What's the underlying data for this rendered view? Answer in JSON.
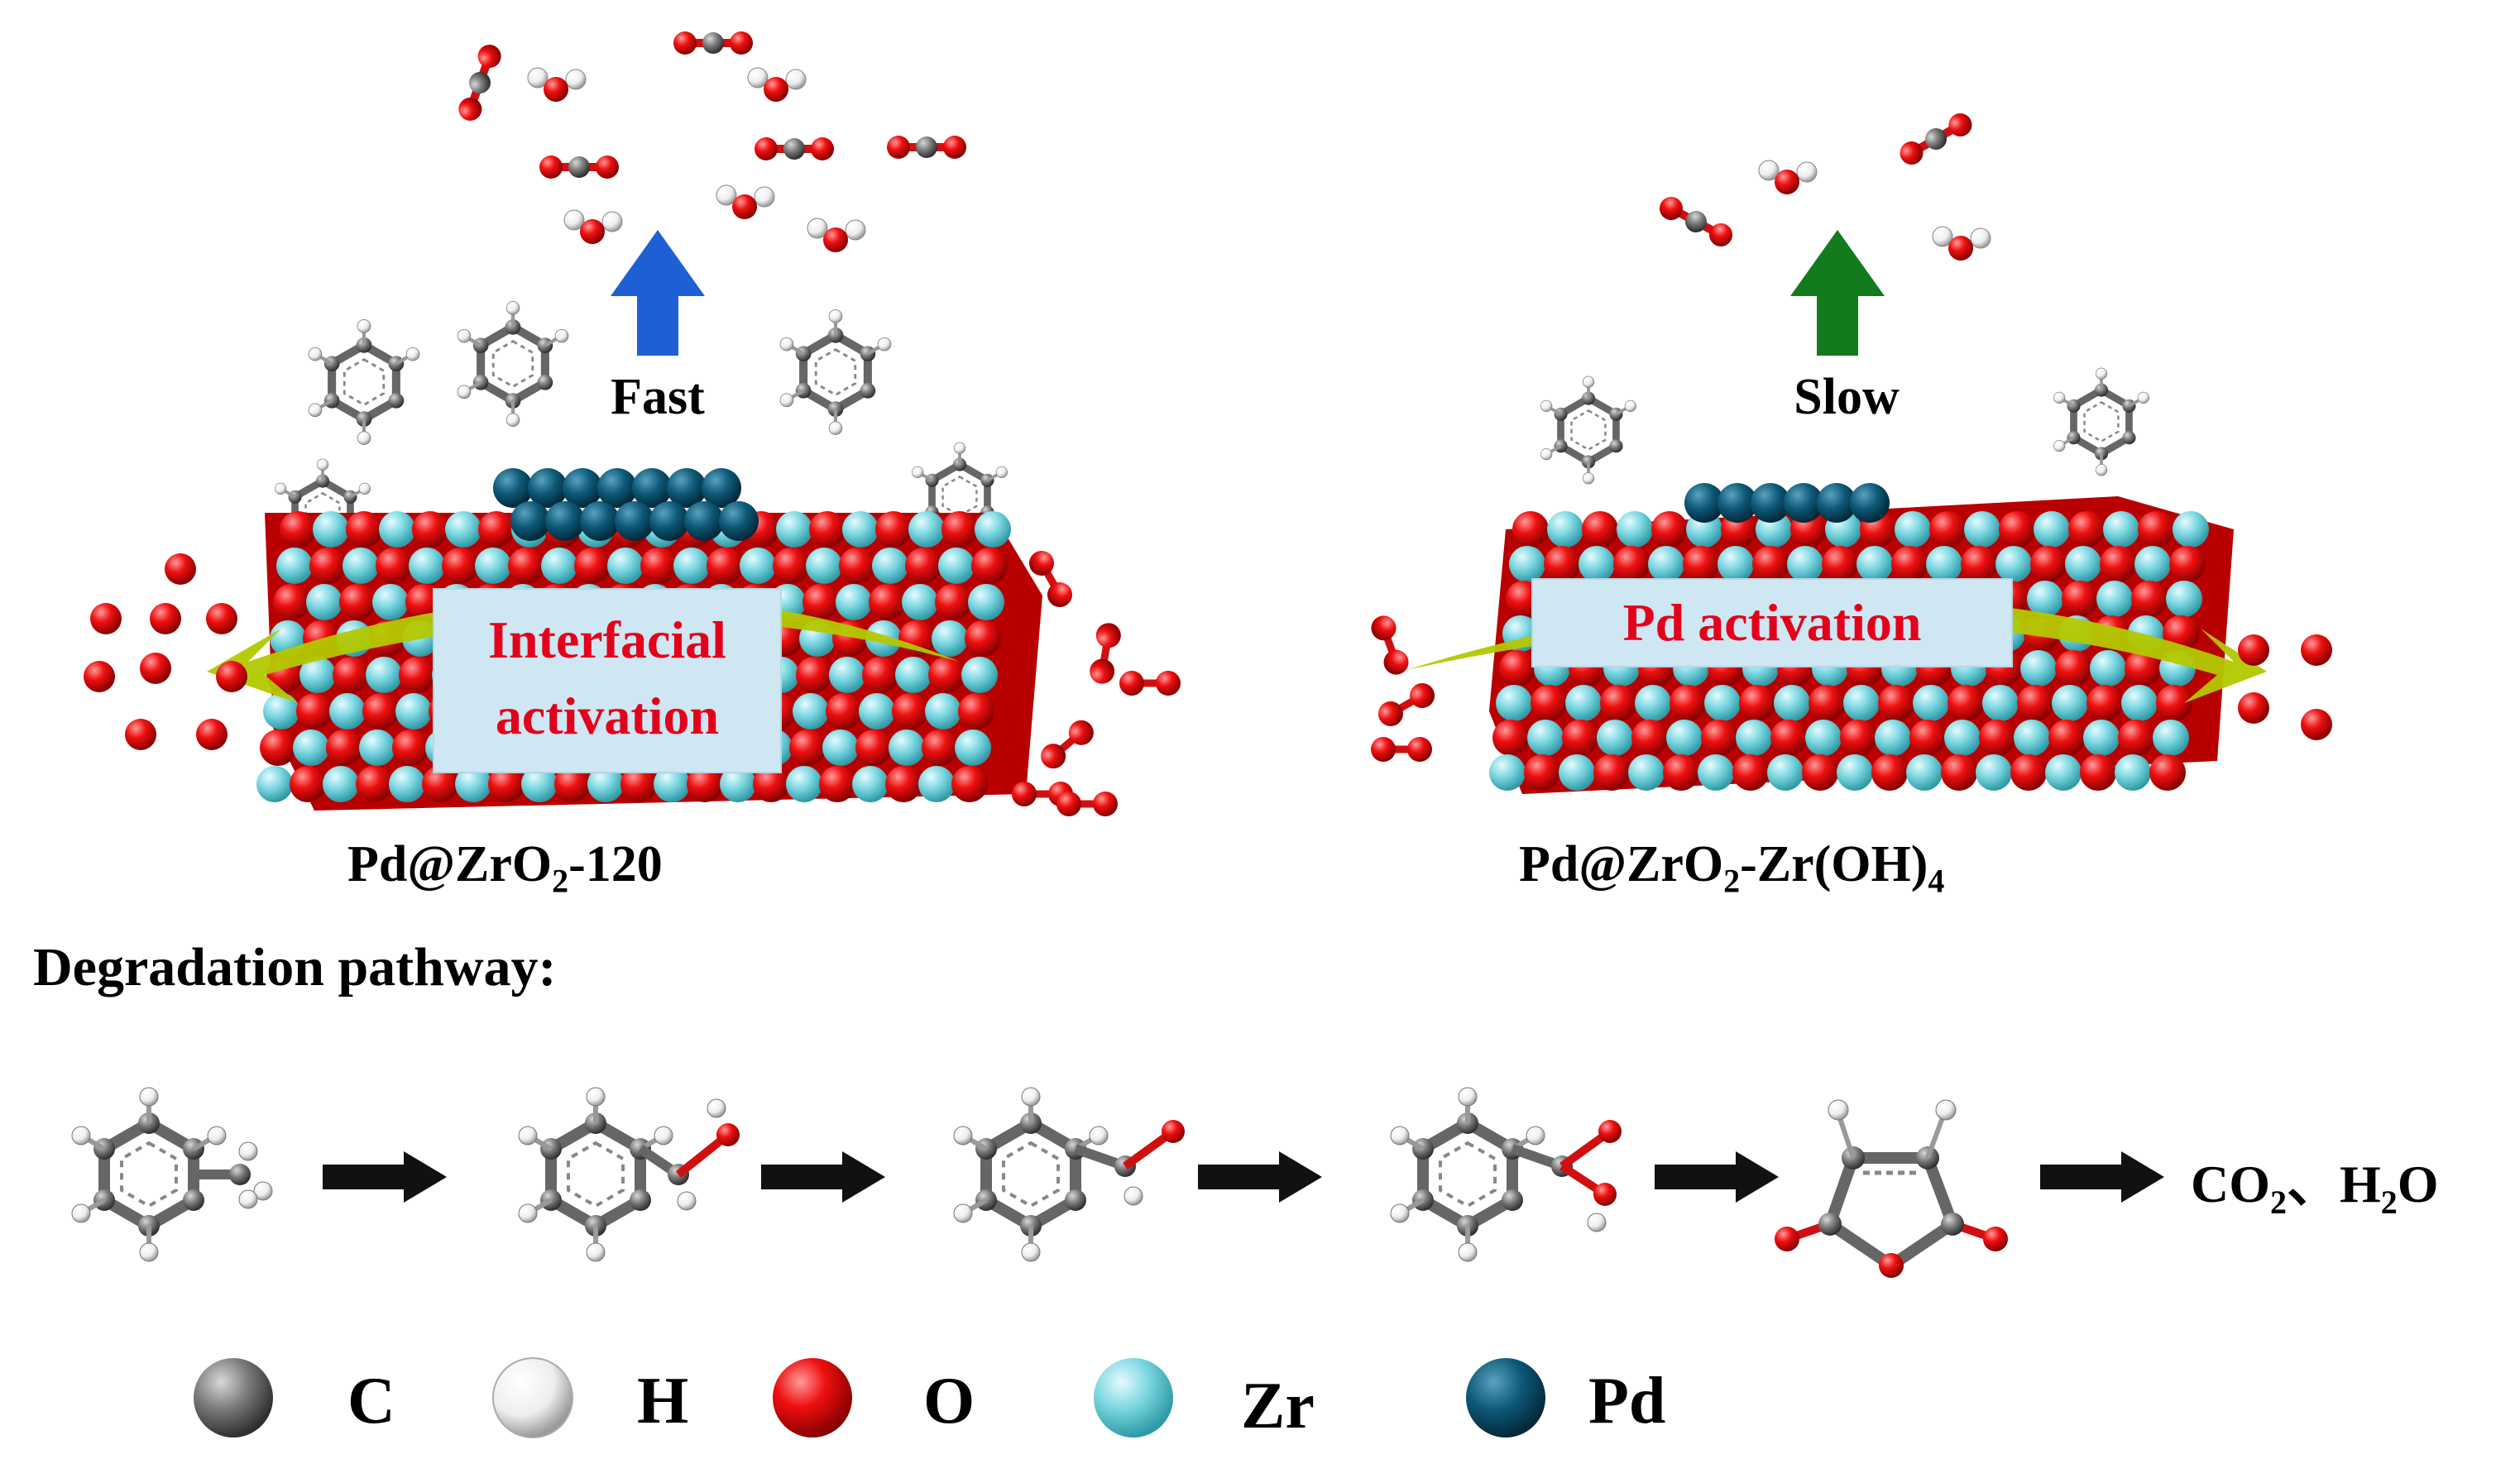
{
  "left_panel": {
    "speed_label": "Fast",
    "activation_label_line1": "Interfacial",
    "activation_label_line2": "activation",
    "catalyst_name": "Pd@ZrO",
    "catalyst_sub": "2",
    "catalyst_suffix": "-120",
    "arrow_color": "#1f5fd6"
  },
  "right_panel": {
    "speed_label": "Slow",
    "activation_label": "Pd activation",
    "catalyst_name": "Pd@ZrO",
    "catalyst_sub": "2",
    "catalyst_mid": "-Zr(OH)",
    "catalyst_sub2": "4",
    "arrow_color": "#137a1e"
  },
  "pathway": {
    "title": "Degradation pathway:",
    "product_main": "CO",
    "product_sub": "2",
    "product_rest": "、H",
    "product_sub2": "2",
    "product_end": "O"
  },
  "legend": [
    {
      "symbol": "C",
      "color": "#777777"
    },
    {
      "symbol": "H",
      "color": "#f4f4f4"
    },
    {
      "symbol": "O",
      "color": "#e3001b"
    },
    {
      "symbol": "Zr",
      "color": "#7ad6e0"
    },
    {
      "symbol": "Pd",
      "color": "#0e5a78"
    }
  ],
  "colors": {
    "label_text": "#e3001b",
    "label_box": "#cfe6f3",
    "swoosh": "#b3c800"
  }
}
